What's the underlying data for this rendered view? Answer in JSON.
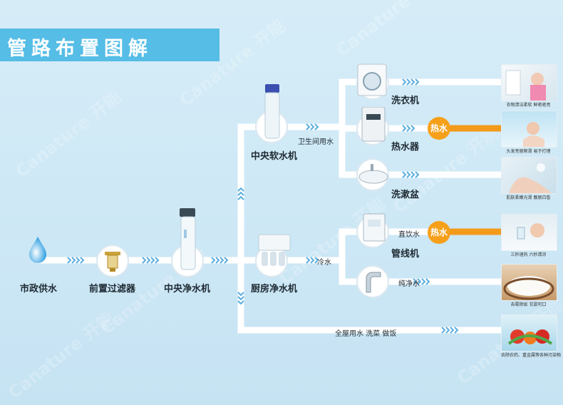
{
  "title": "管路布置图解",
  "watermark": "Canature 开能",
  "nodes": {
    "municipal": "市政供水",
    "prefilter": "前置过滤器",
    "central_purifier": "中央净水机",
    "central_softener": "中央软水机",
    "kitchen_purifier": "厨房净水机",
    "washer": "洗衣机",
    "water_heater": "热水器",
    "basin": "洗漱盆",
    "pipeline_machine": "管线机",
    "tap": ""
  },
  "flow_labels": {
    "bathroom_water": "卫生间用水",
    "cold_water": "冷水",
    "direct_drink": "直饮水",
    "pure_water": "纯净水",
    "whole_house": "全屋用水  洗菜  做饭",
    "hot_water_1": "热水",
    "hot_water_2": "热水"
  },
  "captions": {
    "washer": "衣物清洁柔软  鲜艳艳亮",
    "heater": "头发亮丽顺滑  易于打理",
    "basin": "肌肤柔嫩光滑  靓丽白皙",
    "pipeline": "三秒速热  六秒清凉",
    "pure": "去霉除垢  甘甜可口",
    "whole_house": "去除农药、重金属等各种污染物"
  },
  "colors": {
    "title_bar": "#55bde6",
    "pipe": "#ffffff",
    "hot_badge": "#f6a01a",
    "hot_pipe": "#f39a1a",
    "arrow": "#5aaee0"
  }
}
